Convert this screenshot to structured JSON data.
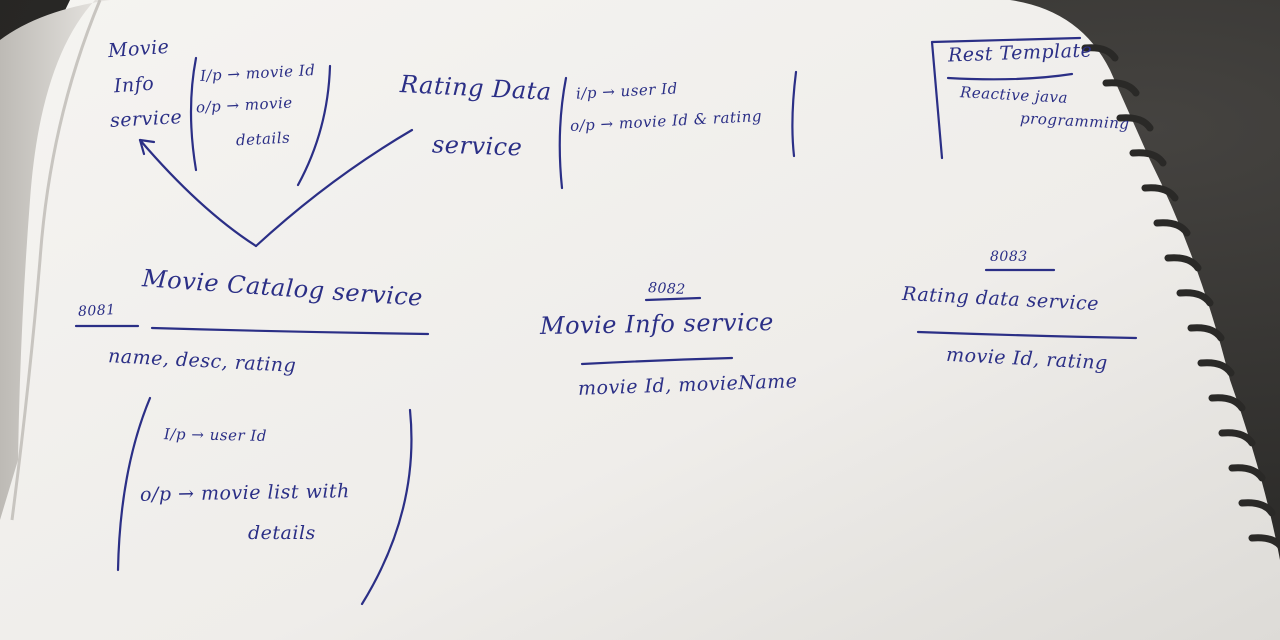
{
  "notes": {
    "top_left": {
      "service_name": [
        "Movie",
        "Info",
        "service"
      ],
      "io": [
        "I/p → movie Id",
        "o/p → movie",
        "details"
      ]
    },
    "top_middle": {
      "service_name": [
        "Rating Data",
        "service"
      ],
      "io": [
        "i/p → user Id",
        "o/p → movie Id & rating"
      ]
    },
    "top_right": {
      "lines": [
        "Rest Template",
        "Reactive java",
        "programming"
      ]
    },
    "catalog": {
      "port": "8081",
      "title": "Movie Catalog service",
      "fields": "name, desc, rating",
      "io": [
        "I/p → user Id",
        "o/p → movie list with",
        "details"
      ]
    },
    "movie_info": {
      "port": "8082",
      "title": "Movie Info service",
      "fields": "movie Id, movieName"
    },
    "rating_data": {
      "port": "8083",
      "title": "Rating data service",
      "fields": "movie Id, rating"
    }
  },
  "colors": {
    "ink": "#2b2f86",
    "paper": "#f3f1ed",
    "background": "#2e2d2b"
  }
}
